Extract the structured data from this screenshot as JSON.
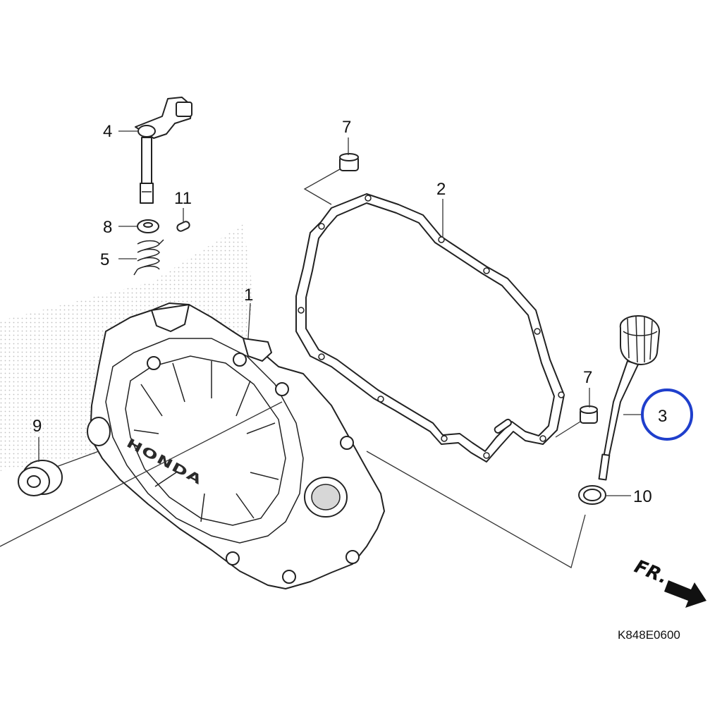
{
  "diagram": {
    "callouts": [
      "1",
      "2",
      "3",
      "4",
      "5",
      "7",
      "7",
      "8",
      "9",
      "10",
      "11"
    ],
    "highlighted_callout": "3",
    "highlight_color": "#1f3fcc",
    "brand_text": "HONDA",
    "direction_label": "FR.",
    "drawing_code": "K848E0600"
  }
}
